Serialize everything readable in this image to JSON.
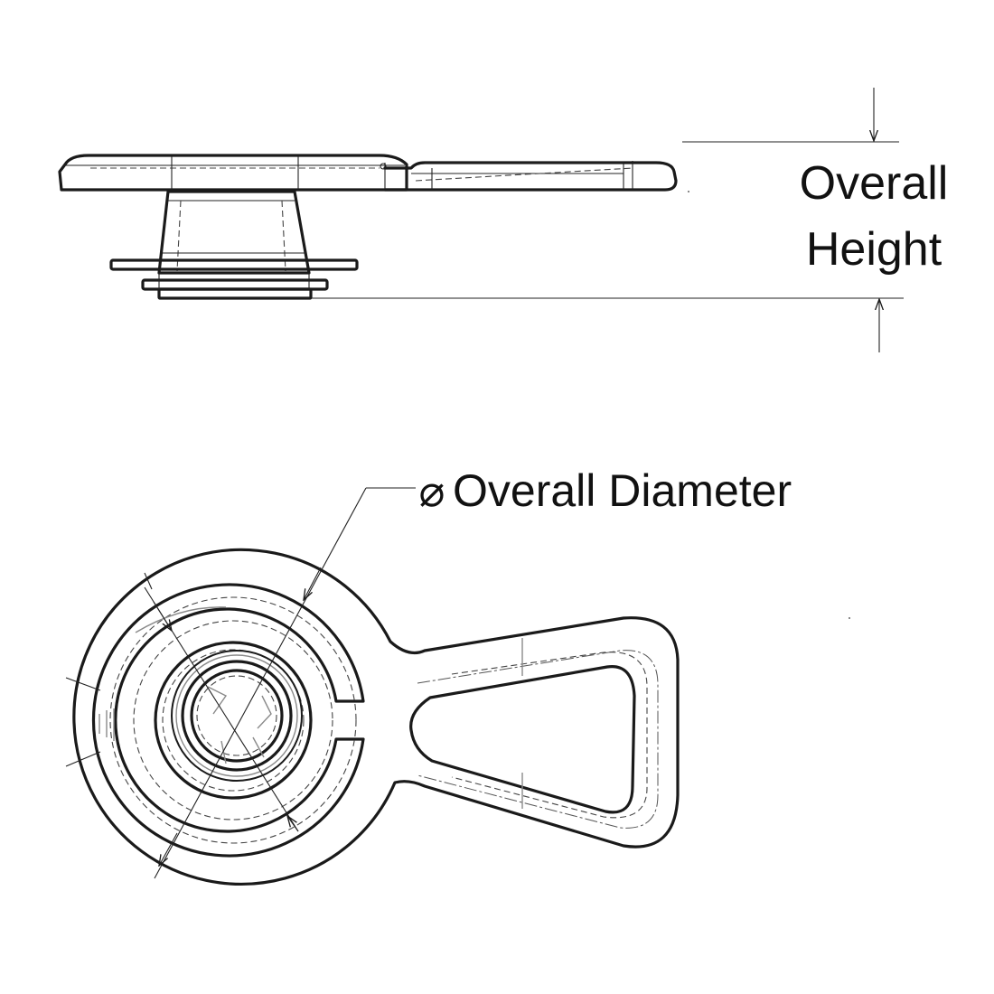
{
  "labels": {
    "height_line1": "Overall",
    "height_line2": "Height",
    "diameter_symbol": "⌀",
    "diameter_text": "Overall Diameter"
  },
  "colors": {
    "line": "#1a1a1a",
    "background": "#ffffff"
  }
}
